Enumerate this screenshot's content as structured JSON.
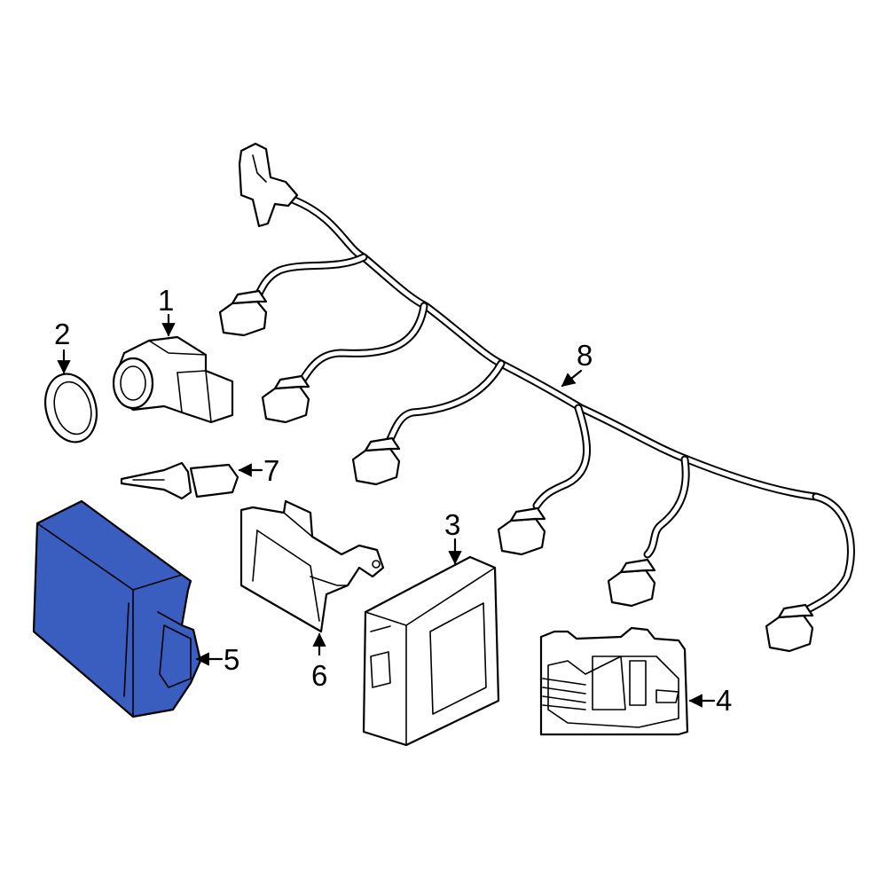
{
  "highlight_color": "#3a5ec0",
  "callouts": [
    {
      "id": "1",
      "label": "1"
    },
    {
      "id": "2",
      "label": "2"
    },
    {
      "id": "3",
      "label": "3"
    },
    {
      "id": "4",
      "label": "4"
    },
    {
      "id": "5",
      "label": "5"
    },
    {
      "id": "6",
      "label": "6"
    },
    {
      "id": "7",
      "label": "7"
    },
    {
      "id": "8",
      "label": "8"
    }
  ]
}
